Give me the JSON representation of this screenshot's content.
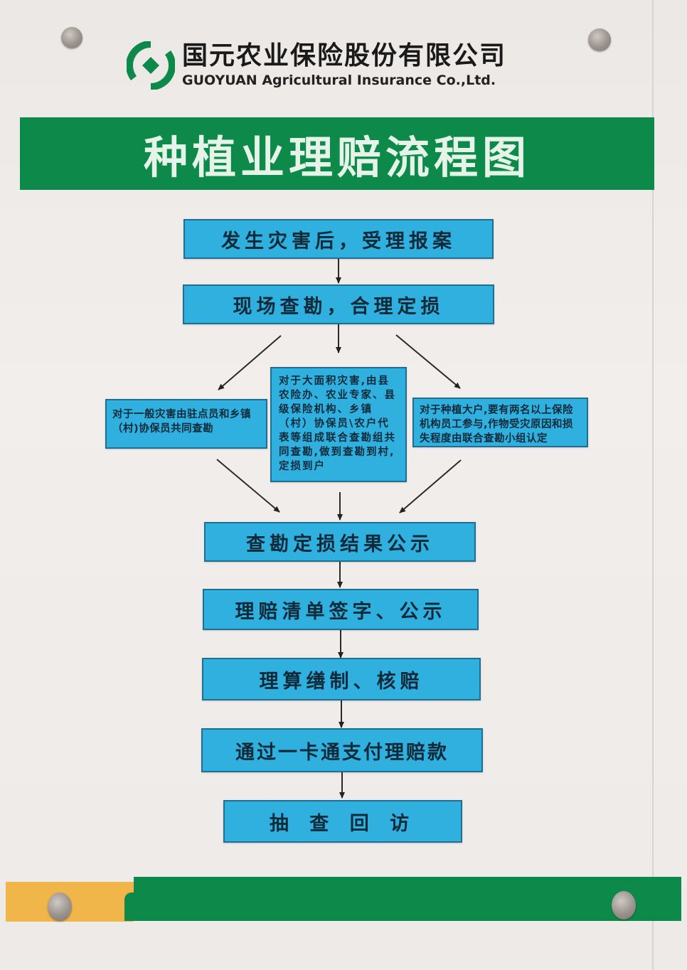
{
  "header": {
    "company_name_cn": "国元农业保险股份有限公司",
    "company_name_en": "GUOYUAN Agricultural Insurance Co.,Ltd.",
    "logo_icon": "guoyuan-logo-icon"
  },
  "title": "种植业理赔流程图",
  "colors": {
    "brand_green": "#0d8a4a",
    "box_blue": "#2fb0df",
    "box_border": "#1f6f93",
    "accent_orange": "#f0b64a"
  },
  "flow": {
    "steps": [
      {
        "id": 1,
        "label": "发生灾害后，受理报案"
      },
      {
        "id": 2,
        "label": "现场查勘，合理定损"
      },
      {
        "id": 3,
        "label": "查勘定损结果公示"
      },
      {
        "id": 4,
        "label": "理赔清单签字、公示"
      },
      {
        "id": 5,
        "label": "理算缮制、核赔"
      },
      {
        "id": 6,
        "label": "通过一卡通支付理赔款"
      },
      {
        "id": 7,
        "label": "抽 查 回 访"
      }
    ],
    "branches": [
      {
        "id": "left",
        "label": "对于一般灾害由驻点员和乡镇（村)协保员共同查勘"
      },
      {
        "id": "center",
        "label": "对于大面积灾害,由县农险办、农业专家、县级保险机构、乡镇（村）协保员\\农户代表等组成联合查勘组共同查勘,做到查勘到村,定损到户"
      },
      {
        "id": "right",
        "label": "对于种植大户,要有两名以上保险机构员工参与,作物受灾原因和损失程度由联合查勘小组认定"
      }
    ]
  }
}
